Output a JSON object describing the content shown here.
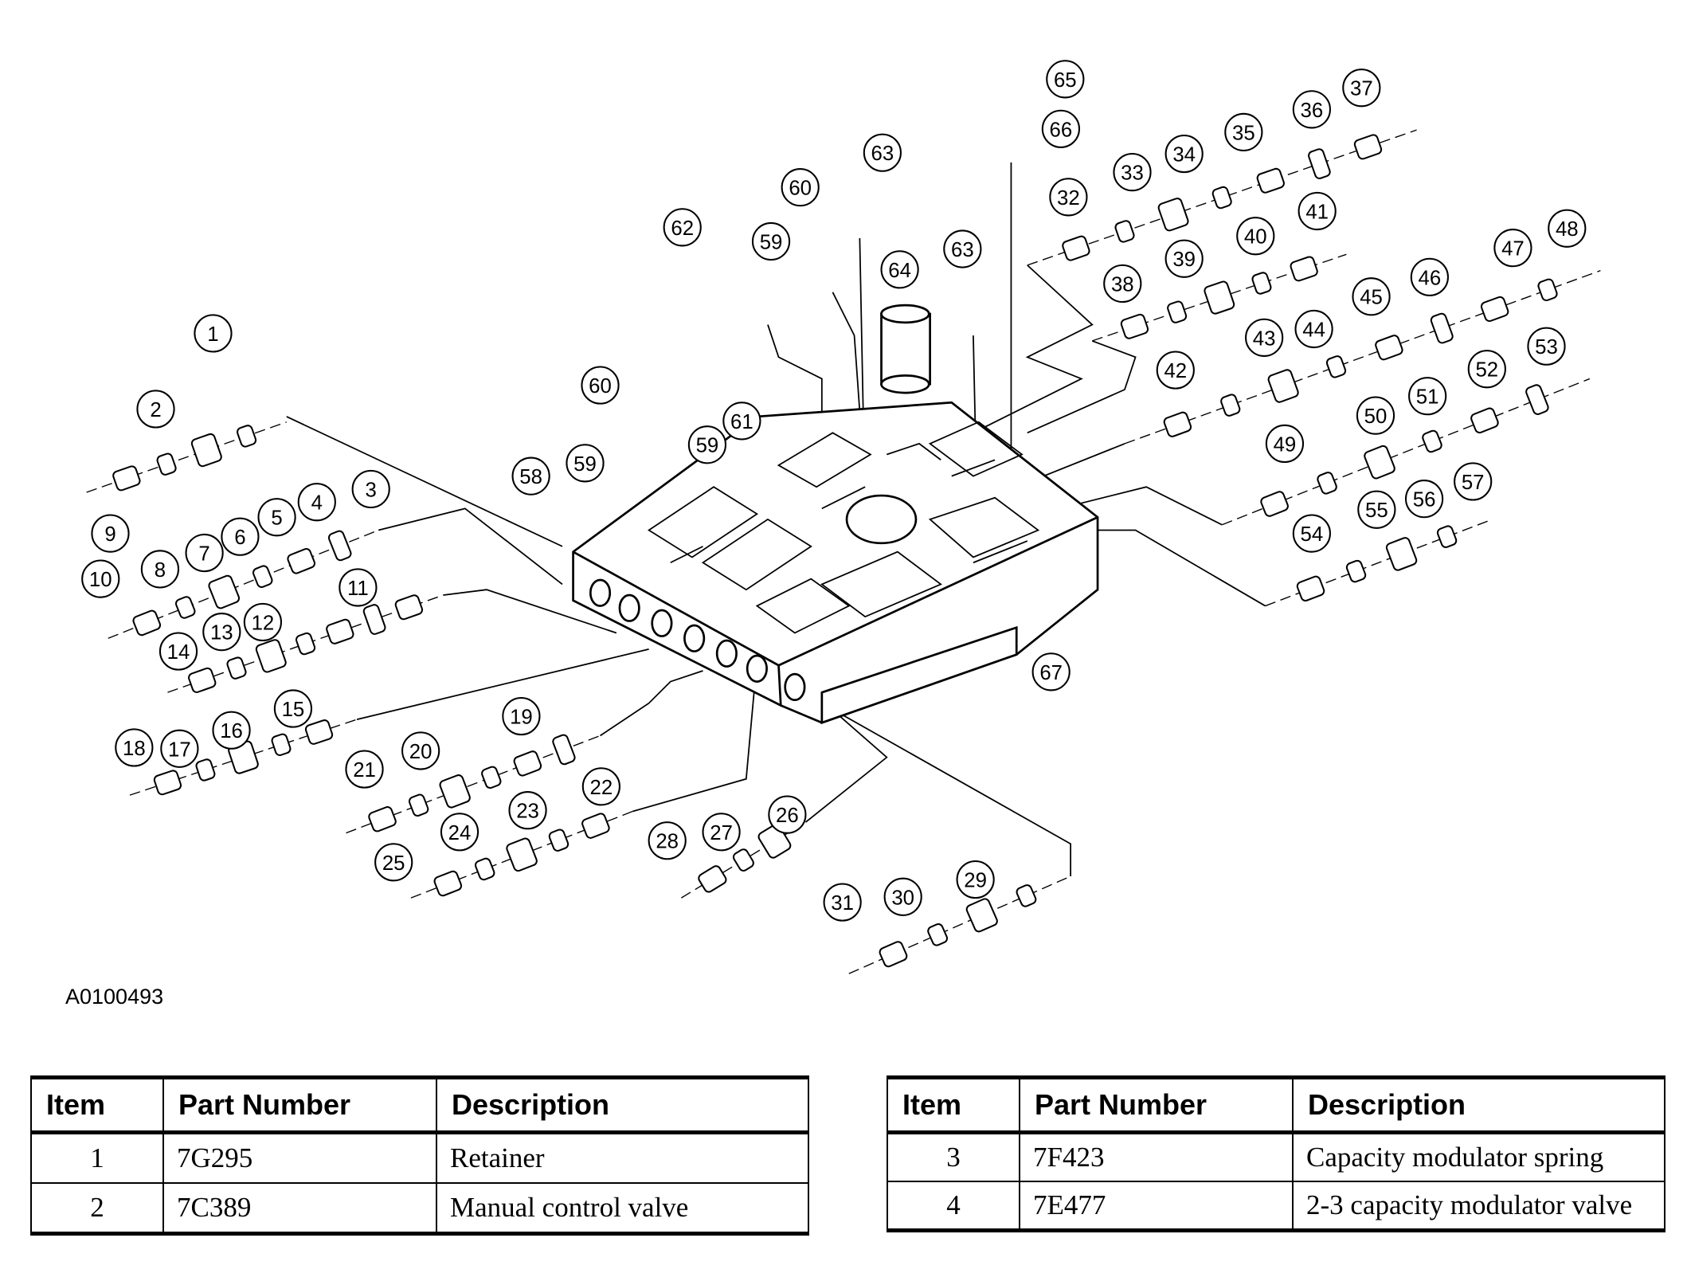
{
  "figure_id": "A0100493",
  "diagram": {
    "callouts": [
      "1",
      "2",
      "3",
      "4",
      "5",
      "6",
      "7",
      "8",
      "9",
      "10",
      "11",
      "12",
      "13",
      "14",
      "15",
      "16",
      "17",
      "18",
      "19",
      "20",
      "21",
      "22",
      "23",
      "24",
      "25",
      "26",
      "27",
      "28",
      "29",
      "30",
      "31",
      "32",
      "33",
      "34",
      "35",
      "36",
      "37",
      "38",
      "39",
      "40",
      "41",
      "42",
      "43",
      "44",
      "45",
      "46",
      "47",
      "48",
      "49",
      "50",
      "51",
      "52",
      "53",
      "54",
      "55",
      "56",
      "57",
      "58",
      "59",
      "59",
      "59",
      "60",
      "60",
      "61",
      "62",
      "63",
      "63",
      "64",
      "65",
      "66",
      "67"
    ]
  },
  "tables": [
    {
      "headers": [
        "Item",
        "Part Number",
        "Description"
      ],
      "rows": [
        {
          "item": "1",
          "part_number": "7G295",
          "description": "Retainer"
        },
        {
          "item": "2",
          "part_number": "7C389",
          "description": "Manual control valve"
        }
      ]
    },
    {
      "headers": [
        "Item",
        "Part Number",
        "Description"
      ],
      "rows": [
        {
          "item": "3",
          "part_number": "7F423",
          "description": "Capacity modulator spring"
        },
        {
          "item": "4",
          "part_number": "7E477",
          "description": "2-3 capacity modulator valve"
        }
      ]
    }
  ]
}
